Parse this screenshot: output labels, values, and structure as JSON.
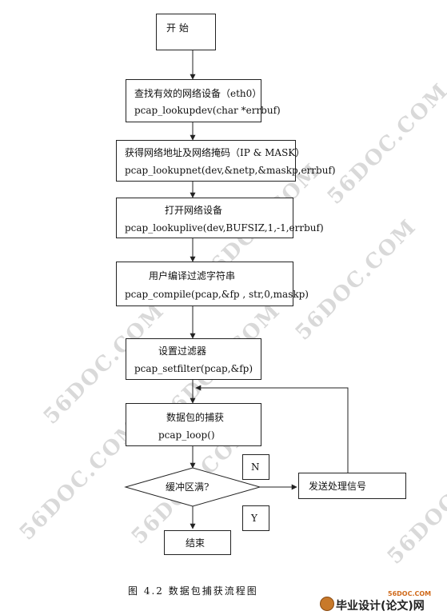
{
  "nodes": {
    "start": "开  始",
    "find_device": [
      "查找有效的网络设备（eth0）",
      "pcap_lookupdev(char *errbuf)"
    ],
    "get_net": [
      "获得网络地址及网络掩码（IP & MASK）",
      "pcap_lookupnet(dev,&netp,&maskp,errbuf)"
    ],
    "open_device": [
      "打开网络设备",
      "pcap_lookuplive(dev,BUFSIZ,1,-1,errbuf)"
    ],
    "compile_filter": [
      "用户编译过滤字符串",
      "pcap_compile(pcap,&fp  , str,0,maskp)"
    ],
    "set_filter": [
      "设置过滤器",
      "pcap_setfilter(pcap,&fp)"
    ],
    "capture": [
      "数据包的捕获",
      "pcap_loop()"
    ],
    "buffer_full": "缓冲区满?",
    "send_signal": "发送处理信号",
    "end": "结束",
    "label_n": "N",
    "label_y": "Y"
  },
  "caption": "图 4.2 数据包捕获流程图",
  "watermark": "56DOC.COM",
  "footer": {
    "domain": "56DOC.COM",
    "brand": "毕业设计(论文)网"
  }
}
